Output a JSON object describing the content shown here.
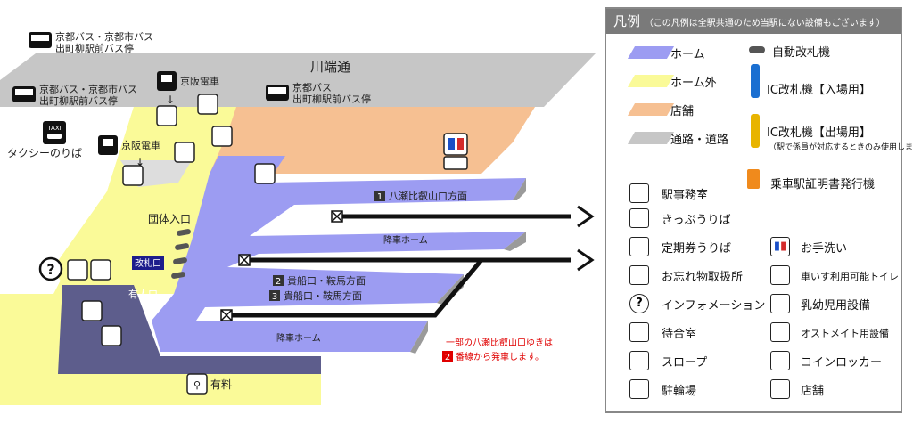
{
  "map": {
    "street": "川端通",
    "bus_stop_1": {
      "line1": "京都バス・京都市バス",
      "line2": "出町柳駅前バス停"
    },
    "bus_stop_2": {
      "line1": "京都バス・京都市バス",
      "line2": "出町柳駅前バス停"
    },
    "bus_stop_3": {
      "line1": "京都バス",
      "line2": "出町柳駅前バス停"
    },
    "taxi": {
      "icon_text": "TAXI",
      "label": "タクシーのりば"
    },
    "keihan_1": "京阪電車",
    "keihan_2": "京阪電車",
    "group_entrance": "団体入口",
    "ticket_gate": "改札口",
    "manned_gate": "有人口",
    "platform1_label": {
      "num": "1",
      "text": "八瀬比叡山口方面"
    },
    "alight_platform_1": "降車ホーム",
    "platform2_label": {
      "num": "2",
      "text": "貴船口・鞍馬方面"
    },
    "platform3_label": {
      "num": "3",
      "text": "貴船口・鞍馬方面"
    },
    "alight_platform_2": "降車ホーム",
    "notice": {
      "line1": "一部の八瀬比叡山口ゆきは",
      "num": "2",
      "line2": "番線から発車します。"
    },
    "bicycle_paid": "有料",
    "colors": {
      "home": "#9c9cf2",
      "outside": "#fafa98",
      "shop": "#f6c092",
      "road": "#c6c6c6",
      "manned_area": "#5d5d8c",
      "notice": "#e00000"
    }
  },
  "legend": {
    "title": "凡例",
    "title_note": "（この凡例は全駅共通のため当駅にない設備もございます）",
    "home": "ホーム",
    "outside_home": "ホーム外",
    "shop": "店舗",
    "road": "通路・道路",
    "auto_gate": "自動改札機",
    "ic_in": "IC改札機【入場用】",
    "ic_out": "IC改札機【出場用】",
    "ic_out_note": "（駅で係員が対応するときのみ使用します）",
    "certificate": "乗車駅証明書発行機",
    "office": "駅事務室",
    "tickets": "きっぷうりば",
    "pass": "定期券うりば",
    "restroom": "お手洗い",
    "lost": "お忘れ物取扱所",
    "accessible_toilet": "車いす利用可能トイレ",
    "info": "インフォメーション",
    "baby": "乳幼児用設備",
    "waiting": "待合室",
    "ostomate": "オストメイト用設備",
    "slope": "スロープ",
    "locker": "コインロッカー",
    "bicycle": "駐輪場",
    "store": "店舗"
  }
}
